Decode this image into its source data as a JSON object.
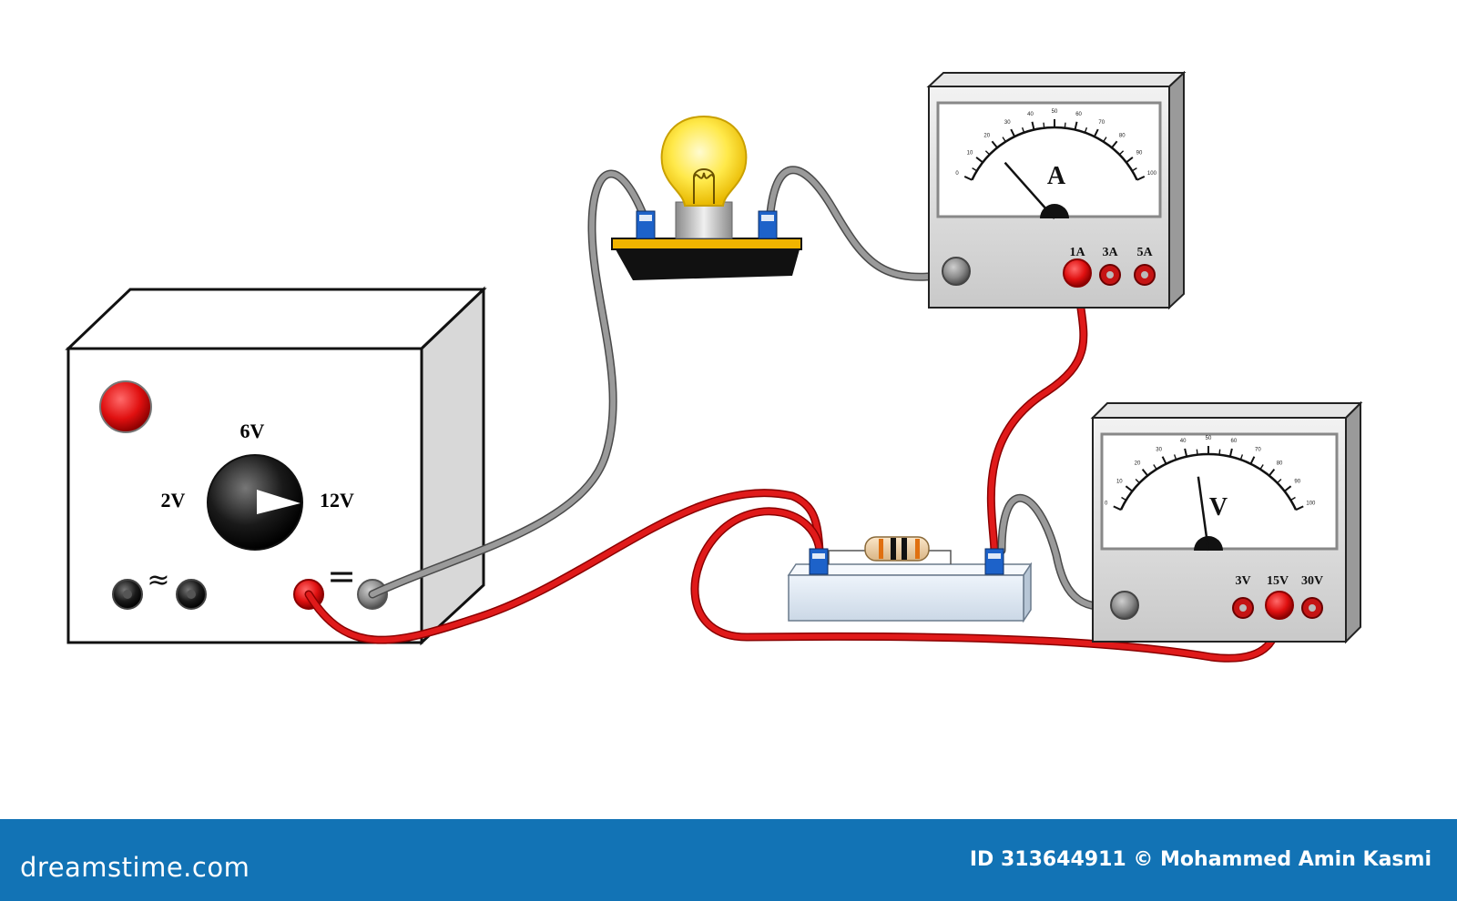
{
  "power_supply": {
    "voltage_options": [
      "2V",
      "6V",
      "12V"
    ],
    "ac_symbol": "≈",
    "dc_symbol": "="
  },
  "ammeter": {
    "symbol": "A",
    "scale_labels": [
      "0",
      "10",
      "20",
      "30",
      "40",
      "50",
      "60",
      "70",
      "80",
      "90",
      "100"
    ],
    "ranges": [
      "1A",
      "3A",
      "5A"
    ],
    "needle_value": 18
  },
  "voltmeter": {
    "symbol": "V",
    "scale_labels": [
      "0",
      "10",
      "20",
      "30",
      "40",
      "50",
      "60",
      "70",
      "80",
      "90",
      "100"
    ],
    "ranges": [
      "3V",
      "15V",
      "30V"
    ],
    "needle_value": 44
  },
  "footer": {
    "brand": "dreamstime.com",
    "credit": "ID 313644911 © Mohammed Amin Kasmi"
  },
  "colors": {
    "red_wire": "#d41a1a",
    "grey_wire": "#7a7a7a",
    "footer_bg": "#1273b5"
  }
}
